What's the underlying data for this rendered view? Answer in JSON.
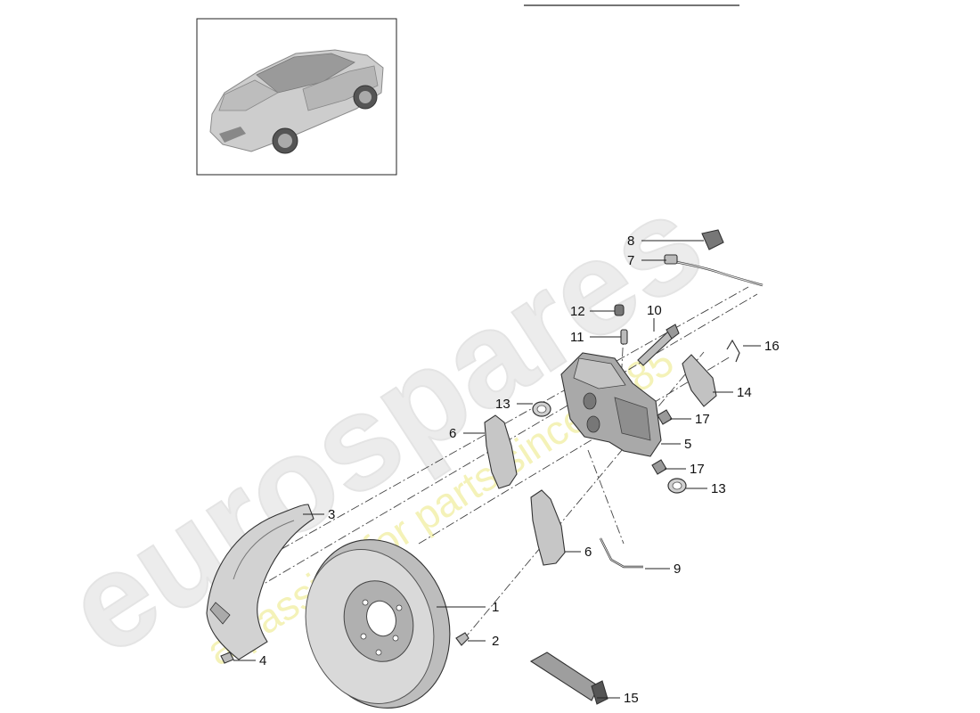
{
  "diagram": {
    "callouts": [
      {
        "id": "c1",
        "label": "1"
      },
      {
        "id": "c2",
        "label": "2"
      },
      {
        "id": "c3",
        "label": "3"
      },
      {
        "id": "c4",
        "label": "4"
      },
      {
        "id": "c5",
        "label": "5"
      },
      {
        "id": "c6a",
        "label": "6"
      },
      {
        "id": "c6b",
        "label": "6"
      },
      {
        "id": "c7",
        "label": "7"
      },
      {
        "id": "c8",
        "label": "8"
      },
      {
        "id": "c9",
        "label": "9"
      },
      {
        "id": "c10",
        "label": "10"
      },
      {
        "id": "c11",
        "label": "11"
      },
      {
        "id": "c12",
        "label": "12"
      },
      {
        "id": "c13a",
        "label": "13"
      },
      {
        "id": "c13b",
        "label": "13"
      },
      {
        "id": "c14",
        "label": "14"
      },
      {
        "id": "c15",
        "label": "15"
      },
      {
        "id": "c16",
        "label": "16"
      },
      {
        "id": "c17a",
        "label": "17"
      },
      {
        "id": "c17b",
        "label": "17"
      }
    ]
  },
  "watermark": {
    "brand": "eurospares",
    "tagline": "a passion for parts since 1985"
  },
  "colors": {
    "watermark_brand": "#ececec",
    "watermark_tagline": "#f4f2b8",
    "line": "#222222",
    "part_fill": "#cfcfcf"
  }
}
